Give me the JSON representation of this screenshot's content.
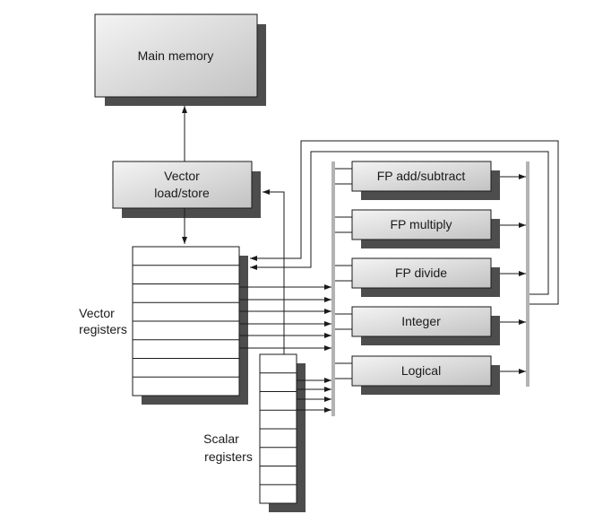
{
  "diagram": {
    "main_memory": {
      "label": "Main memory"
    },
    "vector_load_store": {
      "label_lines": [
        "Vector",
        "load/store"
      ]
    },
    "vector_registers": {
      "label_lines": [
        "Vector",
        "registers"
      ],
      "row_count": 8
    },
    "scalar_registers": {
      "label_lines": [
        "Scalar",
        "registers"
      ],
      "row_count": 8
    },
    "functional_units": [
      {
        "label": "FP add/subtract"
      },
      {
        "label": "FP multiply"
      },
      {
        "label": "FP divide"
      },
      {
        "label": "Integer"
      },
      {
        "label": "Logical"
      }
    ],
    "colors": {
      "box_fill_top": "#f2f2f2",
      "box_fill_bottom": "#c4c4c4",
      "shadow": "#4d4d4d",
      "bus": "#b3b3b3",
      "line": "#1a1a1a"
    }
  }
}
